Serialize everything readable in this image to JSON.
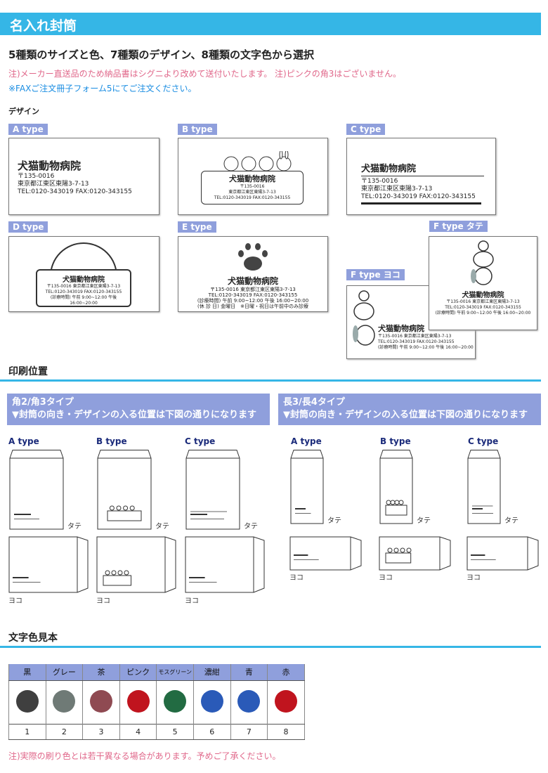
{
  "header": {
    "title": "名入れ封筒"
  },
  "intro": {
    "heading": "5種類のサイズと色、7種類のデザイン、8種類の文字色から選択",
    "note_red": "注)メーカー直送品のため納品書はシグニより改めて送付いたします。 注)ピンクの角3はございません。",
    "note_blue": "※FAXご注文冊子フォーム5にてご注文ください。"
  },
  "design": {
    "label": "デザイン",
    "types": [
      "A type",
      "B type",
      "C type",
      "D type",
      "E type",
      "F type タテ",
      "F type ヨコ"
    ],
    "sample": {
      "name": "犬猫動物病院",
      "postal": "〒135-0016",
      "address": "東京都江東区東陽3-7-13",
      "postal_address": "〒135-0016 東京都江東区東陽3-7-13",
      "tel_fax": "TEL:0120-343019 FAX:0120-343155",
      "tel": "TEL:0120-343019",
      "hours": "(診療時間) 午前 9:00~12:00 午後 16:00~20:00",
      "closed": "(休 診 日) 金曜日",
      "closed_note": "※日曜・祝日は午前中のみ診療"
    }
  },
  "print_position": {
    "title": "印刷位置",
    "panels": [
      {
        "line1": "角2/角3タイプ",
        "line2": "▼封筒の向き・デザインの入る位置は下図の通りになります"
      },
      {
        "line1": "長3/長4タイプ",
        "line2": "▼封筒の向き・デザインの入る位置は下図の通りになります"
      }
    ],
    "types": [
      "A type",
      "B type",
      "C type"
    ],
    "tate": "タテ",
    "yoko": "ヨコ"
  },
  "colors": {
    "title": "文字色見本",
    "items": [
      {
        "name": "黒",
        "num": "1",
        "hex": "#3f3f3f"
      },
      {
        "name": "グレー",
        "num": "2",
        "hex": "#6f7a76"
      },
      {
        "name": "茶",
        "num": "3",
        "hex": "#8f4a52"
      },
      {
        "name": "ピンク",
        "num": "4",
        "hex": "#c0141e"
      },
      {
        "name": "モスグリーン",
        "num": "5",
        "hex": "#226b42"
      },
      {
        "name": "濃紺",
        "num": "6",
        "hex": "#2a5ab8"
      },
      {
        "name": "青",
        "num": "7",
        "hex": "#2a5ab8"
      },
      {
        "name": "赤",
        "num": "8",
        "hex": "#c0141e"
      }
    ],
    "note": "注)実際の刷り色とは若干異なる場合があります。予めご了承ください。"
  }
}
